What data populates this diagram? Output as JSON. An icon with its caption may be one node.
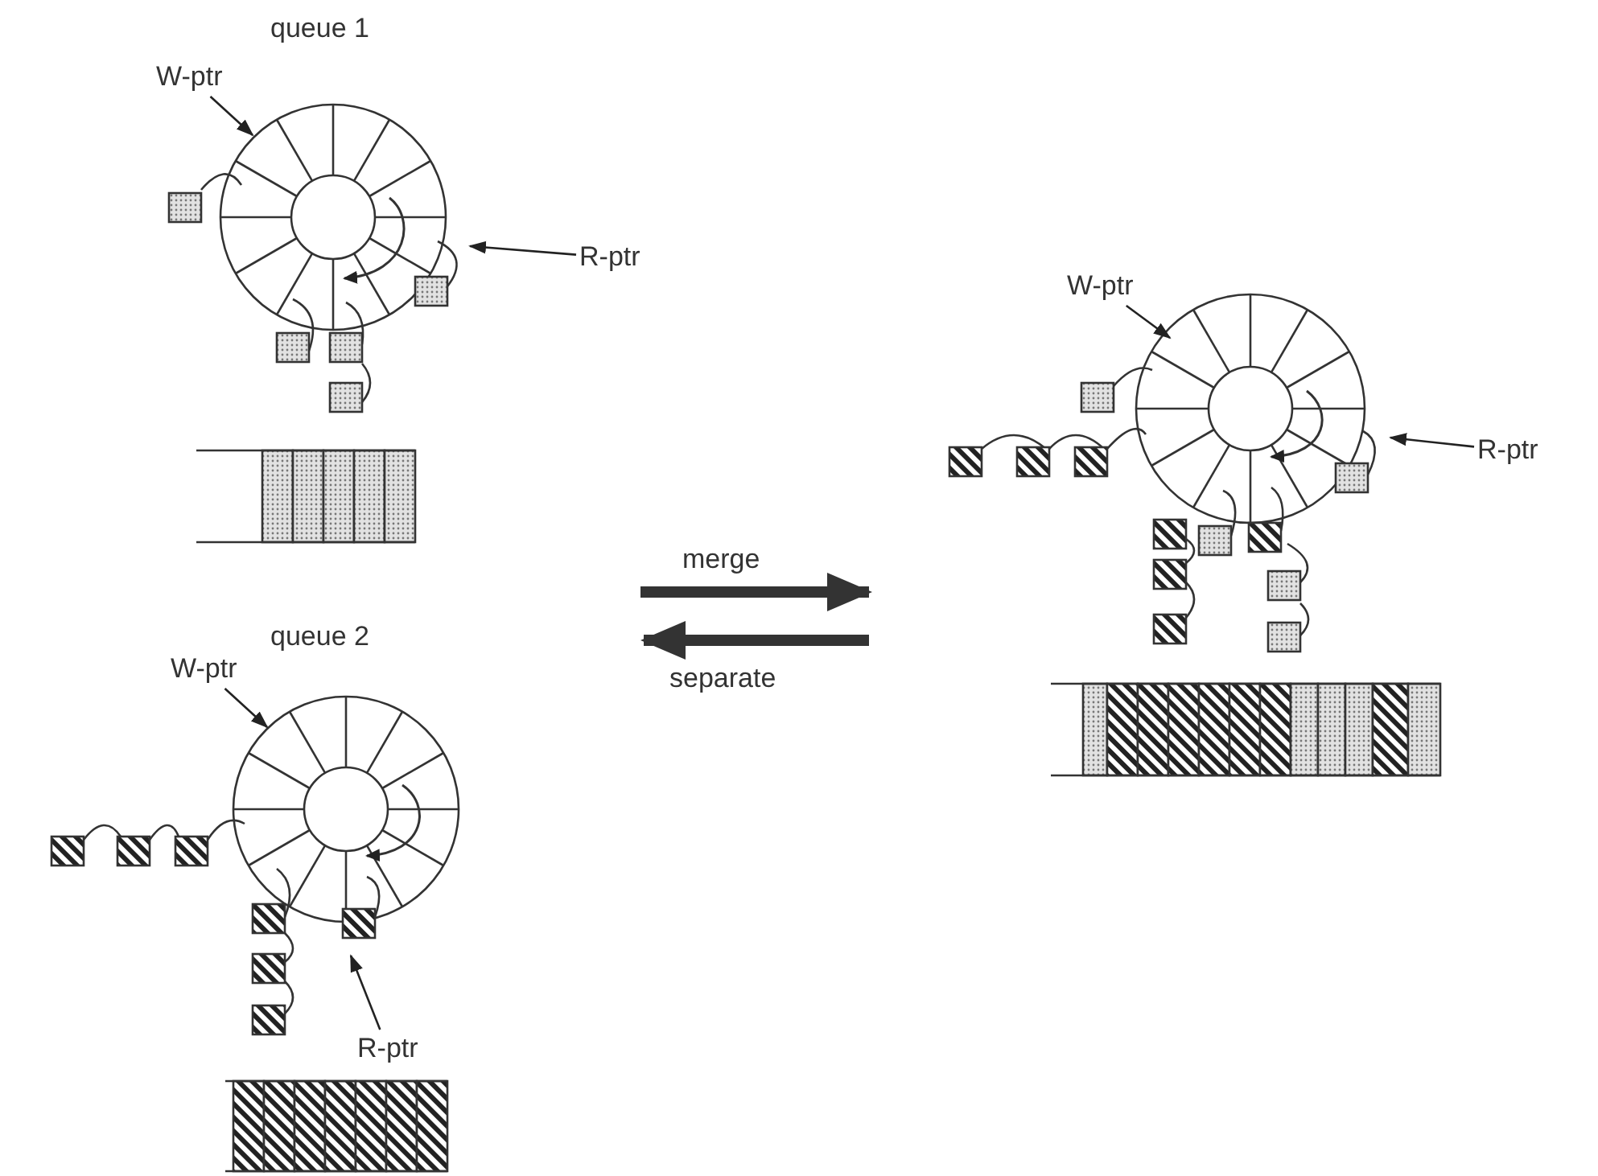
{
  "diagram": {
    "nodes": [
      {
        "text": [
          "W-ptr"
        ]
      },
      {
        "text": [
          "R-ptr"
        ]
      },
      {
        "text": [
          "W-ptr"
        ]
      },
      {
        "text": [
          "R-ptr"
        ]
      },
      {
        "text": [
          "W-ptr"
        ]
      },
      {
        "text": [
          "R-ptr"
        ]
      },
      {
        "text": [],
        "shape": "picture"
      },
      {
        "text": [],
        "shape": "picture"
      },
      {
        "text": [],
        "shape": "picture"
      }
    ],
    "edges": [
      {
        "from": 0,
        "to": 6,
        "arrow": "to"
      },
      {
        "from": 1,
        "to": 6,
        "arrow": "to"
      },
      {
        "from": 2,
        "to": 7,
        "arrow": "to"
      },
      {
        "from": 3,
        "to": 7,
        "arrow": "to"
      },
      {
        "from": 4,
        "to": 8,
        "arrow": "to"
      },
      {
        "from": 5,
        "to": 8,
        "arrow": "to"
      }
    ],
    "labels": [
      "queue 1",
      "merge",
      "queue 2",
      "separate"
    ]
  }
}
